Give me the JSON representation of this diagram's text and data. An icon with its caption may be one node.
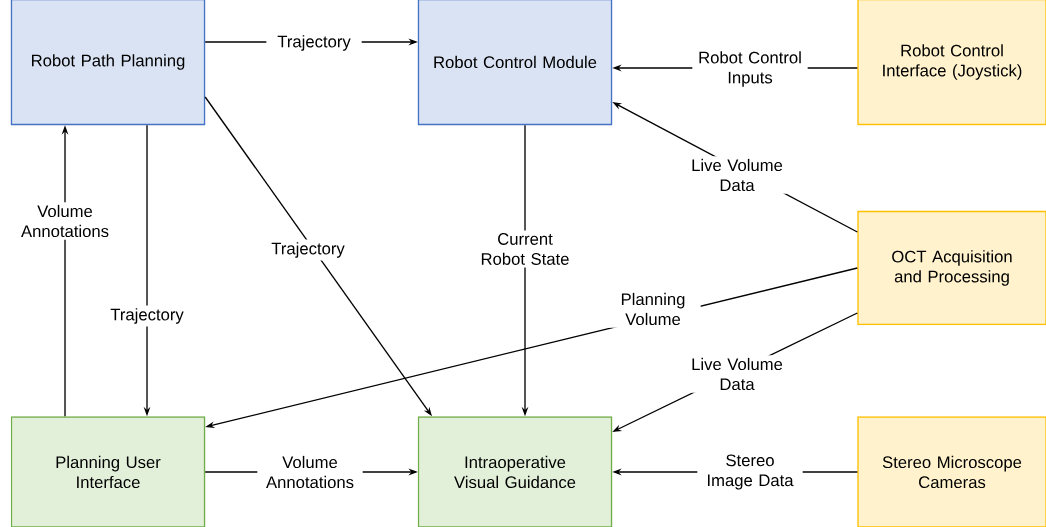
{
  "diagram": {
    "nodes": [
      {
        "text": [
          "Robot Path Planning"
        ]
      },
      {
        "text": [
          "Robot Control Module"
        ]
      },
      {
        "text": [
          "Robot Control Interface (Joystick)"
        ]
      },
      {
        "text": [
          "OCT Acquisition and Processing"
        ]
      },
      {
        "text": [
          "Planning User Interface"
        ]
      },
      {
        "text": [
          "Intraoperative Visual Guidance"
        ]
      },
      {
        "text": [
          "Stereo Microscope Cameras"
        ]
      }
    ],
    "edges": [
      {
        "from": 0,
        "to": 1,
        "arrow": "to",
        "label": "Trajectory"
      },
      {
        "from": 2,
        "to": 1,
        "arrow": "to",
        "label": "Robot Control Inputs"
      },
      {
        "from": 3,
        "to": 1,
        "arrow": "to",
        "label": "Live Volume Data"
      },
      {
        "from": 4,
        "to": 0,
        "arrow": "to",
        "label": "Volume Annotations"
      },
      {
        "from": 0,
        "to": 4,
        "arrow": "to",
        "label": "Trajectory"
      },
      {
        "from": 0,
        "to": 5,
        "arrow": "to",
        "label": "Trajectory"
      },
      {
        "from": 1,
        "to": 5,
        "arrow": "to",
        "label": "Current Robot State"
      },
      {
        "from": 3,
        "to": 4,
        "arrow": "to",
        "label": "Planning Volume"
      },
      {
        "from": 3,
        "to": 5,
        "arrow": "to",
        "label": "Live Volume Data"
      },
      {
        "from": 4,
        "to": 5,
        "arrow": "to",
        "label": "Volume Annotations"
      },
      {
        "from": 6,
        "to": 5,
        "arrow": "to",
        "label": "Stereo Image Data"
      }
    ]
  }
}
